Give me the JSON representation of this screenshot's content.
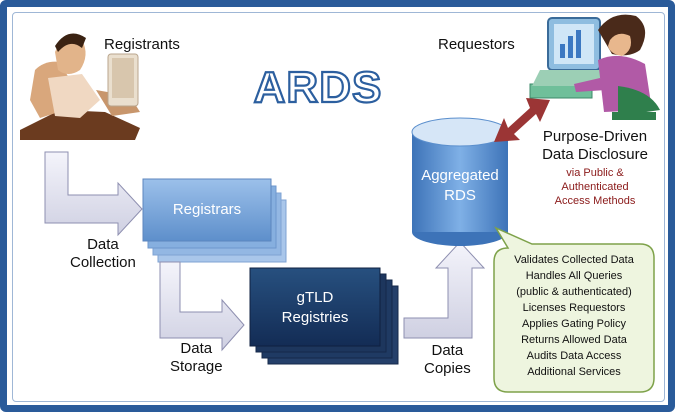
{
  "title": "ARDS",
  "labels": {
    "registrants": "Registrants",
    "requestors": "Requestors",
    "data_collection": [
      "Data",
      "Collection"
    ],
    "data_storage": [
      "Data",
      "Storage"
    ],
    "data_copies": [
      "Data",
      "Copies"
    ]
  },
  "boxes": {
    "registrars": "Registrars",
    "gtld": [
      "gTLD",
      "Registries"
    ],
    "rds": [
      "Aggregated",
      "RDS"
    ]
  },
  "disclosure": {
    "heading": [
      "Purpose-Driven",
      "Data Disclosure"
    ],
    "sub": [
      "via Public &",
      "Authenticated",
      "Access Methods"
    ]
  },
  "services": [
    "Validates Collected Data",
    "Handles All Queries",
    "(public & authenticated)",
    "Licenses Requestors",
    "Applies Gating Policy",
    "Returns Allowed Data",
    "Audits Data Access",
    "Additional Services"
  ],
  "colors": {
    "frame": "#2a5b9a",
    "registrars": "#7ea6d9",
    "gtld": "#1e3f70",
    "rds_top": "#d6e6f7",
    "rds_body": "#5b8fcd",
    "callout": "#eef5df",
    "disclosure_sub": "#8b1a1a",
    "arrow_fill": "#e4e4f0",
    "double_arrow": "#9b3535"
  }
}
